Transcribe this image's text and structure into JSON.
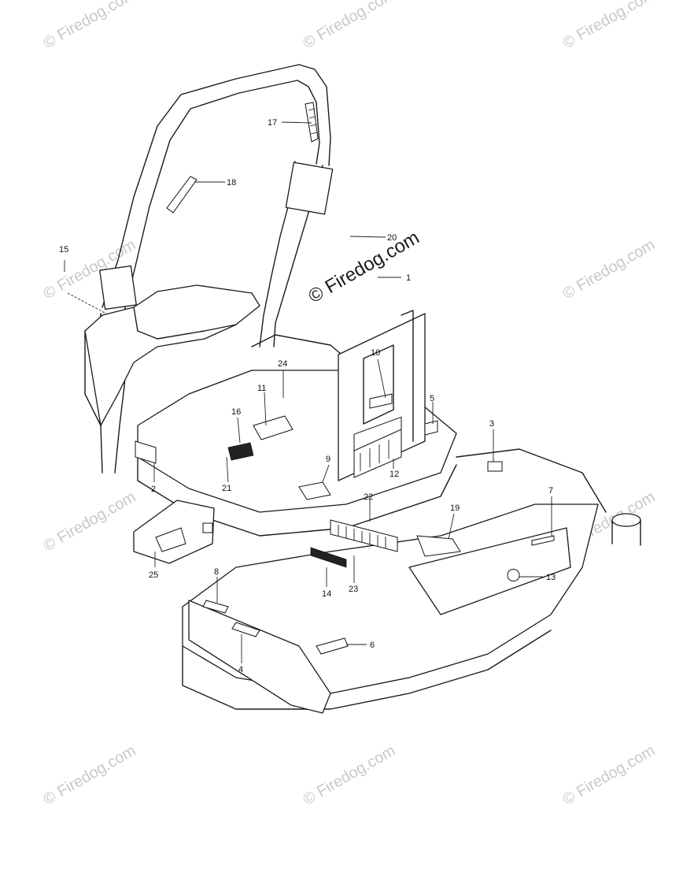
{
  "watermark": {
    "text": "© Firedog.com",
    "center_text": "© Firedog.com"
  },
  "callouts": [
    "1",
    "2",
    "3",
    "4",
    "5",
    "6",
    "7",
    "8",
    "9",
    "10",
    "11",
    "12",
    "13",
    "14",
    "15",
    "16",
    "17",
    "18",
    "19",
    "20",
    "21",
    "22",
    "23",
    "24",
    "25"
  ],
  "colors": {
    "line": "#1a1a1a",
    "watermark": "#c8c8c8",
    "background": "#ffffff"
  }
}
